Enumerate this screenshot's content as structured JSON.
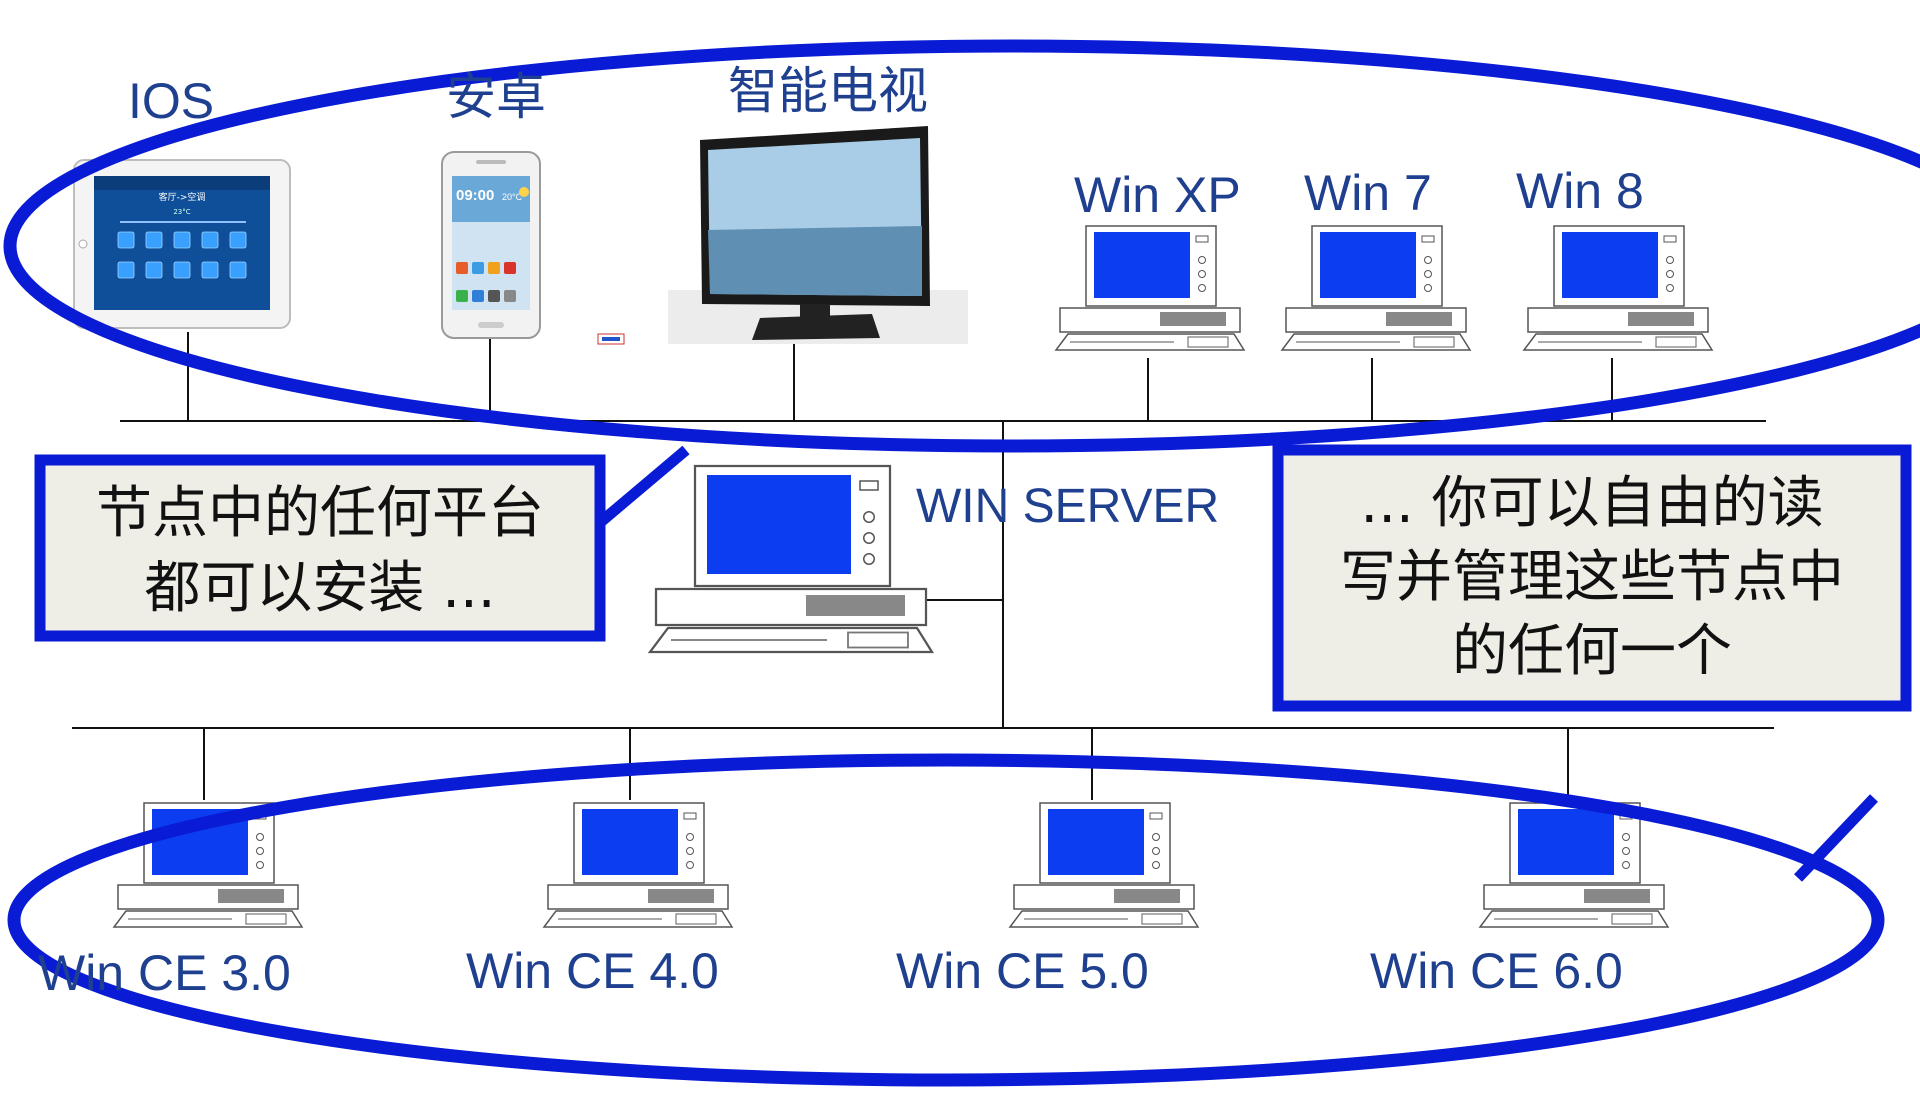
{
  "top_nodes": {
    "ios_label": "IOS",
    "android_label": "安卓",
    "smart_tv_label": "智能电视",
    "winxp_label": "Win XP",
    "win7_label": "Win 7",
    "win8_label": "Win 8"
  },
  "server": {
    "label": "WIN SERVER"
  },
  "tablet_screen": {
    "title": "客厅->空调",
    "temp": "23°C"
  },
  "phone_screen": {
    "time": "09:00",
    "temp": "20°C"
  },
  "callout_left": {
    "line1": "节点中的任何平台",
    "line2": "都可以安装 ..."
  },
  "callout_right": {
    "line1": "... 你可以自由的读",
    "line2": "写并管理这些节点中",
    "line3": "的任何一个"
  },
  "bottom_nodes": {
    "ce3_label": "Win CE 3.0",
    "ce4_label": "Win CE 4.0",
    "ce5_label": "Win CE 5.0",
    "ce6_label": "Win CE 6.0"
  },
  "colors": {
    "ellipse_blue": "#0a1bd6",
    "screen_blue": "#0c3df0",
    "label_blue": "#1f3f8f",
    "callout_fill": "#efeee6"
  }
}
